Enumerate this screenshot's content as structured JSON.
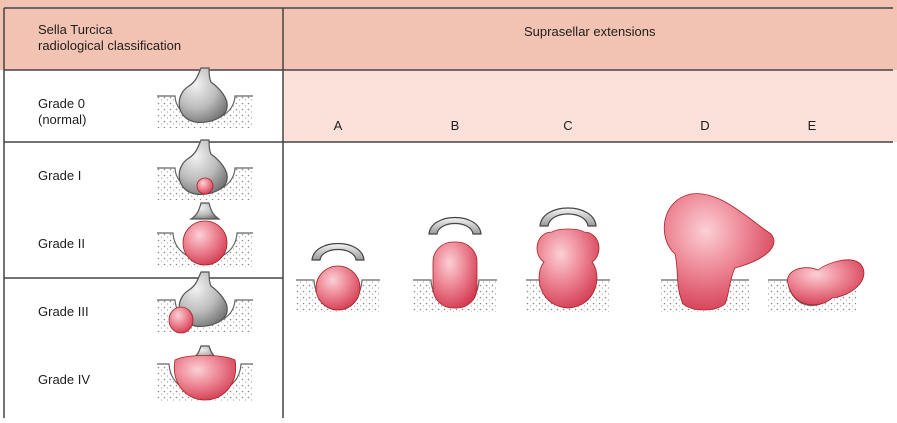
{
  "table": {
    "header_left": [
      "Sella Turcica",
      "radiological classification"
    ],
    "header_right": "Suprasellar extensions",
    "extension_labels": [
      "A",
      "B",
      "C",
      "D",
      "E"
    ],
    "grades": [
      {
        "label": [
          "Grade 0",
          "(normal)"
        ]
      },
      {
        "label": [
          "Grade I"
        ]
      },
      {
        "label": [
          "Grade II"
        ]
      },
      {
        "label": [
          "Grade III"
        ]
      },
      {
        "label": [
          "Grade IV"
        ]
      }
    ]
  },
  "colors": {
    "header_bg": "#f2c3b2",
    "row_band_bg": "#fbe1da",
    "border": "#444444",
    "tumor": "#e0546a",
    "gland_gray": "#bdbdbd",
    "bone_stipple": "#9a9a9a"
  }
}
